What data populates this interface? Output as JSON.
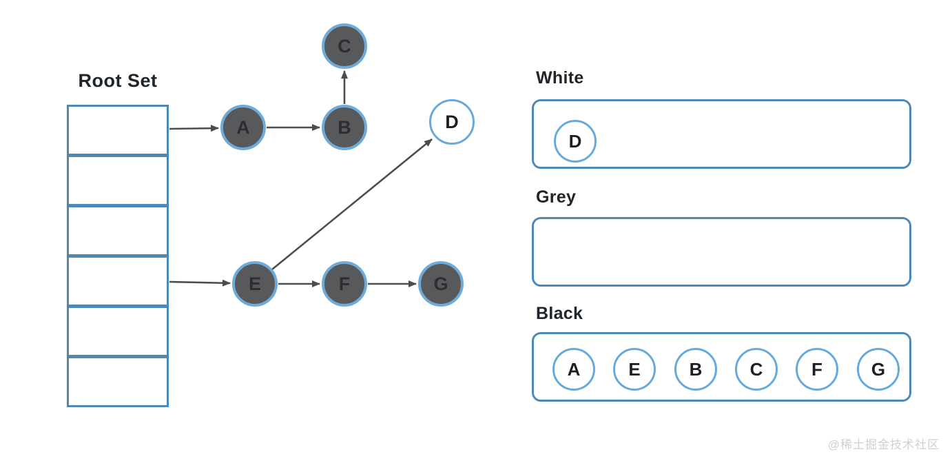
{
  "root_set": {
    "label": "Root Set",
    "cell_count": 6,
    "cells": [
      "",
      "",
      "",
      "",
      "",
      ""
    ],
    "pointers": [
      {
        "from_cell": 1,
        "to_node": "A"
      },
      {
        "from_cell": 4,
        "to_node": "E"
      }
    ]
  },
  "graph": {
    "nodes": {
      "A": {
        "label": "A",
        "fill": "dark"
      },
      "B": {
        "label": "B",
        "fill": "dark"
      },
      "C": {
        "label": "C",
        "fill": "dark"
      },
      "D": {
        "label": "D",
        "fill": "white"
      },
      "E": {
        "label": "E",
        "fill": "dark"
      },
      "F": {
        "label": "F",
        "fill": "dark"
      },
      "G": {
        "label": "G",
        "fill": "dark"
      }
    },
    "edges": [
      {
        "from": "root-cell-1",
        "to": "A"
      },
      {
        "from": "A",
        "to": "B"
      },
      {
        "from": "B",
        "to": "C"
      },
      {
        "from": "root-cell-4",
        "to": "E"
      },
      {
        "from": "E",
        "to": "F"
      },
      {
        "from": "F",
        "to": "G"
      },
      {
        "from": "E",
        "to": "D"
      }
    ]
  },
  "sets": {
    "white": {
      "label": "White",
      "members": [
        "D"
      ]
    },
    "grey": {
      "label": "Grey",
      "members": []
    },
    "black": {
      "label": "Black",
      "members": [
        "A",
        "E",
        "B",
        "C",
        "F",
        "G"
      ]
    }
  },
  "watermark": {
    "text": "@稀土掘金技术社区"
  },
  "colors": {
    "container_border": "#4d89b6",
    "node_ring": "#6fabd9",
    "chip_ring": "#66a9db",
    "node_fill_dark": "#58595b",
    "node_fill_white": "#ffffff",
    "node_letter_dark": "#2c2e32",
    "node_letter_light": "#1c2026",
    "arrow_color": "#4c4c4c",
    "label_color": "#20242b",
    "watermark_color": "#d0d0d0"
  }
}
